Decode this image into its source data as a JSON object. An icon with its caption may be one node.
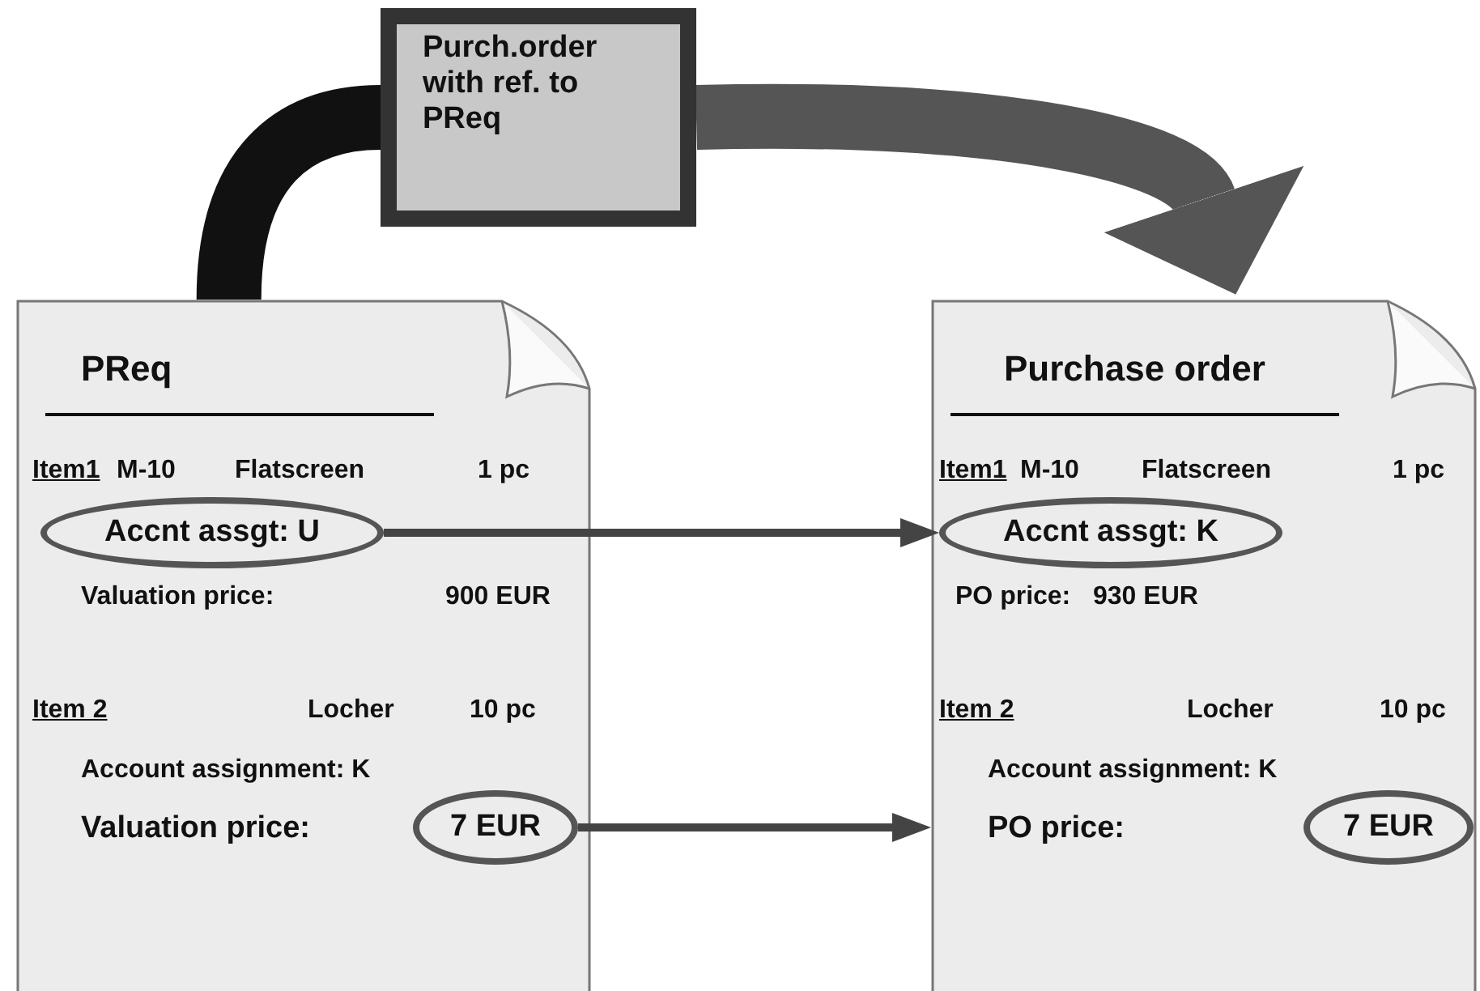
{
  "diagram": {
    "nodes": [
      {
        "text": [
          "PReq",
          "Item1",
          "M-10",
          "Flatscreen",
          "1 pc",
          "Valuation price:",
          "900 EUR",
          "Item 2",
          "Locher",
          "10 pc",
          "Account assignment: K",
          "Valuation price:"
        ]
      },
      {
        "text": [
          "Accnt assgt: U"
        ],
        "in": 0
      },
      {
        "text": [
          "7 EUR"
        ],
        "in": 0
      },
      {
        "text": [
          "Purch.order with ref. to PReq"
        ]
      },
      {
        "text": [
          "Purchase order",
          "Item1",
          "M-10",
          "Flatscreen",
          "1 pc",
          "PO price:",
          "930 EUR",
          "Item 2",
          "Locher",
          "10 pc",
          "Account assignment: K",
          "PO price:"
        ]
      },
      {
        "text": [
          "Accnt assgt: K"
        ],
        "in": 4
      },
      {
        "text": [
          "7 EUR"
        ],
        "in": 4
      }
    ],
    "edges": [
      {
        "from": 0,
        "to": 3,
        "arrow": "none",
        "style": "thick"
      },
      {
        "from": 3,
        "to": 4,
        "arrow": "to",
        "style": "thick"
      },
      {
        "from": 1,
        "to": 5,
        "arrow": "to"
      },
      {
        "from": 2,
        "to": 4,
        "arrow": "to"
      }
    ]
  }
}
